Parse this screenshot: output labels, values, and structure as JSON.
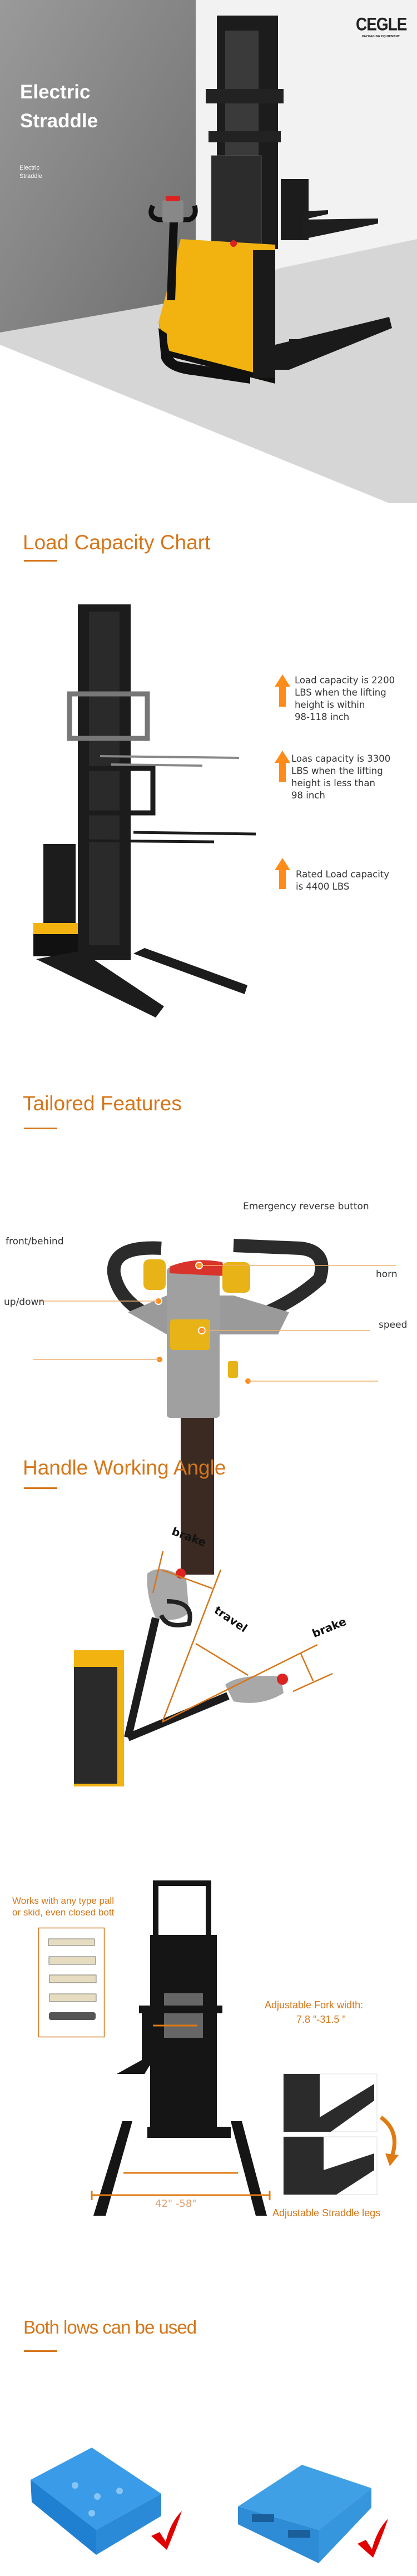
{
  "hero": {
    "title_line1": "Electric",
    "title_line2": "Straddle",
    "subtitle_line1": "Electric",
    "subtitle_line2": "Straddle",
    "logo": {
      "brand": "CEGLE",
      "tagline": "PACKAGING EQUIPMENT"
    }
  },
  "load_capacity": {
    "title": "Load Capacity Chart",
    "notes": [
      {
        "lines": [
          "Load capacity is 2200",
          "LBS when the lifting",
          "height is within",
          "98-118 inch"
        ]
      },
      {
        "lines": [
          "Loas capacity is 3300",
          "LBS when the lifting",
          "height is less than",
          "98 inch"
        ]
      },
      {
        "lines": [
          "Rated Load capacity",
          "is 4400 LBS"
        ]
      }
    ]
  },
  "tailored": {
    "title": "Tailored Features",
    "labels": {
      "emergency": "Emergency reverse button",
      "front_behind": "front/behind",
      "horn": "horn",
      "up_down": "up/down",
      "speed": "speed"
    }
  },
  "handle_angle": {
    "title": "Handle Working Angle",
    "labels": {
      "brake_top": "brake",
      "travel": "travel",
      "brake_right": "brake"
    }
  },
  "adjust": {
    "pallet_note_line1": "Works with any type pall",
    "pallet_note_line2": "or skid, even closed bott",
    "fork_width_label": "Adjustable Fork width:",
    "fork_width_value": "7.8 \"-31.5 \"",
    "straddle_range": "42\"  -58\"",
    "straddle_label": "Adjustable Straddle legs"
  },
  "pallets": {
    "title": "Both lows can be used"
  },
  "colors": {
    "accent": "#d5761a",
    "arrow": "#ff8c1a",
    "check": "#e00000",
    "pallet": "#2f8fe0",
    "body_yellow": "#f2b311"
  }
}
